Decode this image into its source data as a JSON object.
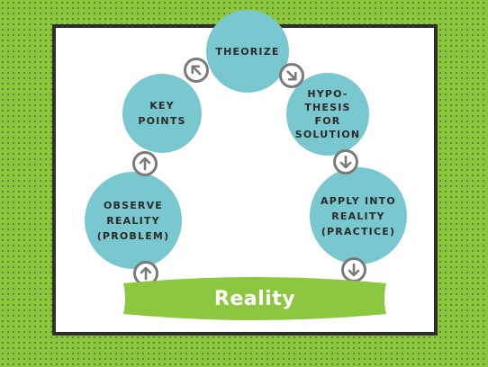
{
  "colors": {
    "background": "#8cc63f",
    "frame_border": "#2f2f2f",
    "node_fill": "#79c7cf",
    "node_text": "#2a2a2a",
    "arrow_ring": "#7a7a7a",
    "base_fill": "#8dc63f",
    "base_text": "#ffffff"
  },
  "nodes": {
    "theorize": "THEORIZE",
    "key_points": "KEY\nPOINTS",
    "hypothesis": "HYPO-\nTHESIS\nFOR\nSOLUTION",
    "observe": "OBSERVE\nREALITY\n(PROBLEM)",
    "apply": "APPLY INTO\nREALITY\n(PRACTICE)"
  },
  "base": {
    "label": "Reality"
  },
  "icons": {
    "cycle_arrow": "arrow-in-circle-icon"
  }
}
